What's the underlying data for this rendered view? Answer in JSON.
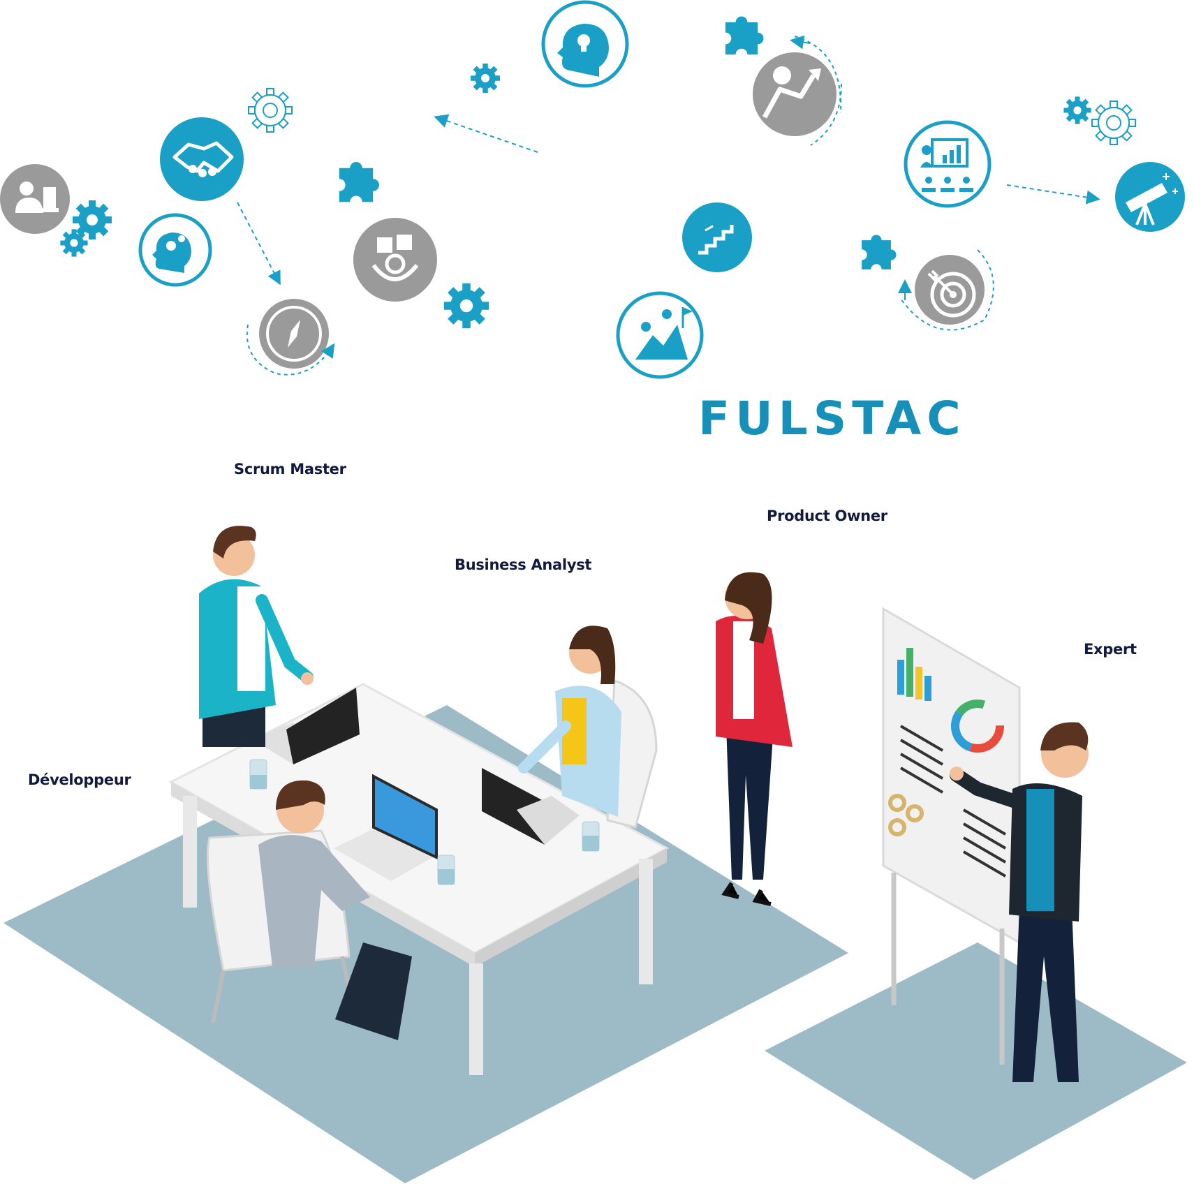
{
  "brand": {
    "logo_text": "FULSTAC",
    "accent_color": "#1a9fc7",
    "logo_color": "#1690b8",
    "gray_color": "#9a9a9a"
  },
  "roles": {
    "scrum_master": "Scrum Master",
    "product_owner": "Product Owner",
    "business_analyst": "Business Analyst",
    "expert": "Expert",
    "developer": "Développeur"
  },
  "icons": [
    "chess-strategy-icon",
    "gear-icon",
    "handshake-icon",
    "head-gears-icon",
    "compass-icon",
    "puzzle-icon",
    "puzzle-hands-icon",
    "lightbulb-head-icon",
    "growth-person-icon",
    "stairs-growth-icon",
    "mountain-climb-icon",
    "presentation-icon",
    "target-icon",
    "telescope-icon"
  ]
}
